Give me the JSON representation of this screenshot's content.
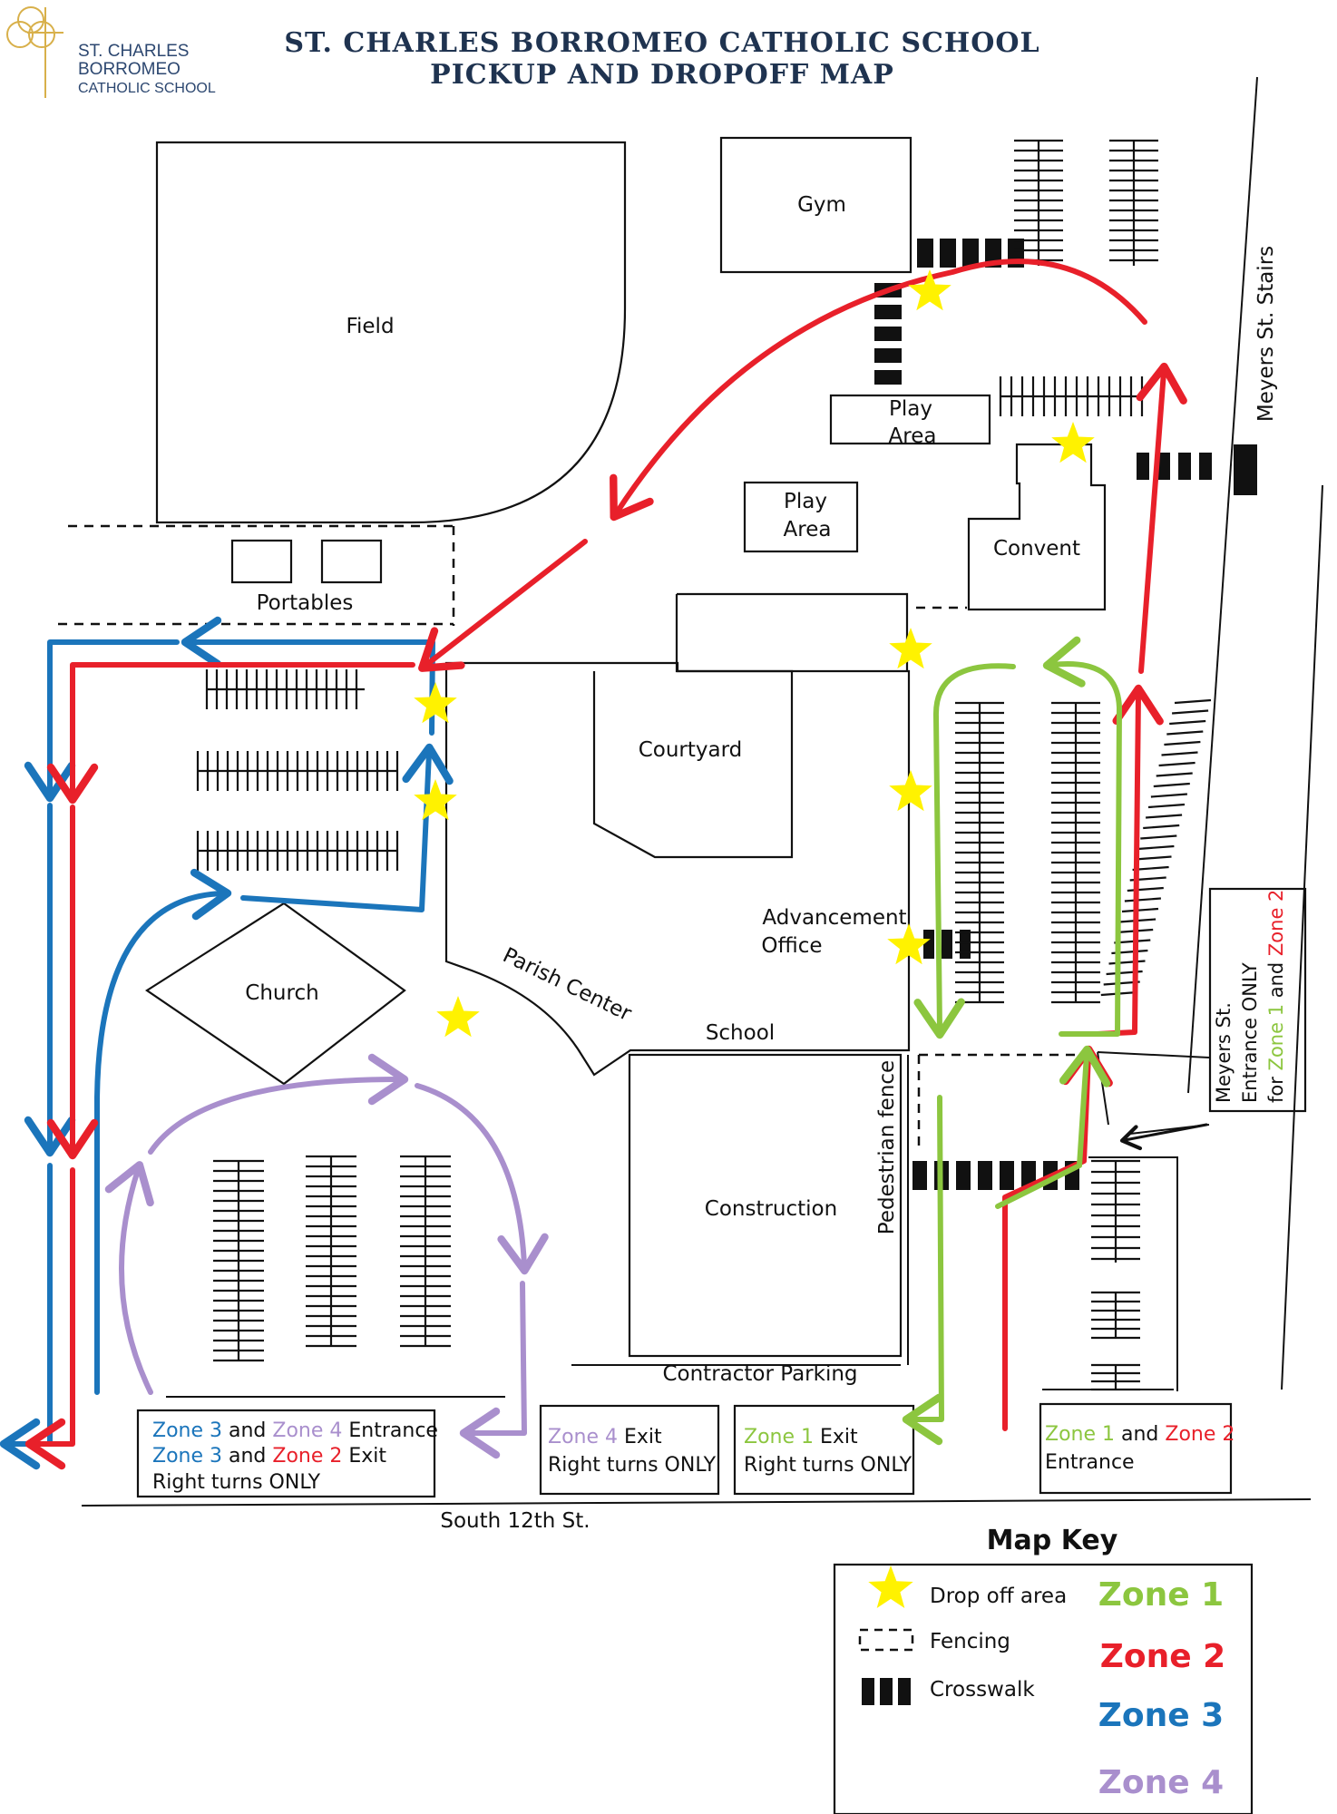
{
  "logo": {
    "line1": "ST. CHARLES",
    "line2": "BORROMEO",
    "line3": "CATHOLIC SCHOOL"
  },
  "title": {
    "line1": "ST. CHARLES BORROMEO CATHOLIC SCHOOL",
    "line2": "PICKUP AND DROPOFF MAP"
  },
  "colors": {
    "zone1": "#8cc63f",
    "zone2": "#e8202a",
    "zone3": "#1b75bb",
    "zone4": "#a98fcd",
    "star": "#fff200",
    "title": "#1f3350"
  },
  "places": {
    "gym": "Gym",
    "field": "Field",
    "play_area_1_a": "Play",
    "play_area_1_b": "Area",
    "play_area_2_a": "Play",
    "play_area_2_b": "Area",
    "convent": "Convent",
    "portables": "Portables",
    "courtyard": "Courtyard",
    "advancement_a": "Advancement",
    "advancement_b": "Office",
    "parish_center": "Parish Center",
    "school": "School",
    "church": "Church",
    "construction": "Construction",
    "contractor_parking": "Contractor Parking",
    "pedestrian_fence": "Pedestrian fence",
    "meyers_stairs": "Meyers St. Stairs",
    "south_12th": "South 12th St."
  },
  "signs": {
    "zone34_entrance": {
      "z3": "Zone 3",
      "and1": " and ",
      "z4": "Zone 4",
      "rest1": " Entrance",
      "z3b": "Zone 3",
      "and2": " and ",
      "z2": "Zone 2",
      "rest2": " Exit",
      "line3": "Right turns ONLY"
    },
    "zone4_exit": {
      "z4": "Zone 4",
      "rest": " Exit",
      "line2": "Right turns ONLY"
    },
    "zone1_exit": {
      "z1": "Zone 1",
      "rest": " Exit",
      "line2": "Right turns ONLY"
    },
    "zone12_entrance": {
      "z1": "Zone 1",
      "and": " and ",
      "z2": "Zone 2",
      "line2": "Entrance"
    },
    "meyers_entrance": {
      "line1": "Meyers St.",
      "line2": "Entrance ONLY",
      "for": "for ",
      "z1": "Zone 1",
      "and": " and ",
      "z2": "Zone 2"
    }
  },
  "key": {
    "title": "Map Key",
    "dropoff": "Drop off area",
    "fencing": "Fencing",
    "crosswalk": "Crosswalk",
    "zone1": "Zone 1",
    "zone2": "Zone 2",
    "zone3": "Zone 3",
    "zone4": "Zone 4"
  }
}
